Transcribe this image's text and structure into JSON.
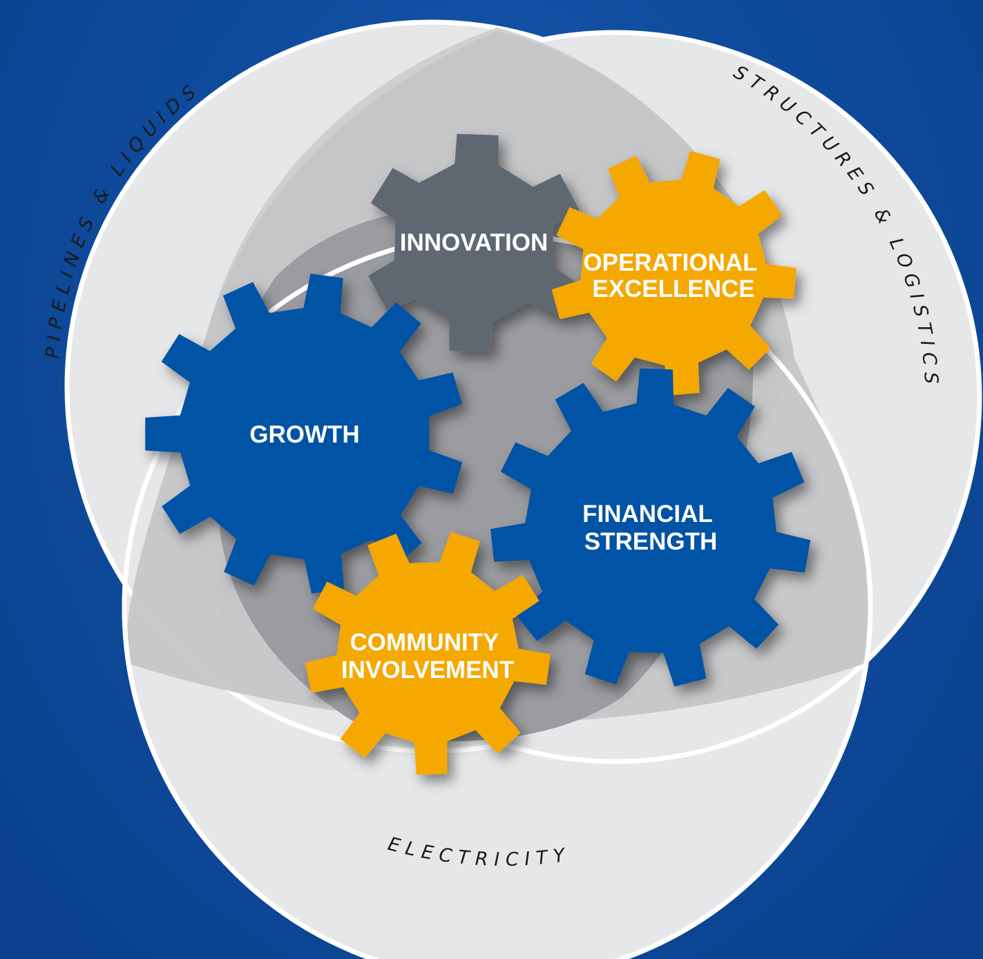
{
  "circles": {
    "pipelines": "PIPELINES & LIQUIDS",
    "structures": "STRUCTURES & LOGISTICS",
    "electricity": "ELECTRICITY"
  },
  "gears": {
    "innovation": "INNOVATION",
    "operational": [
      "OPERATIONAL",
      "EXCELLENCE"
    ],
    "growth": "GROWTH",
    "financial": [
      "FINANCIAL",
      "STRENGTH"
    ],
    "community": [
      "COMMUNITY",
      "INVOLVEMENT"
    ]
  },
  "colors": {
    "background": "#0f4c9e",
    "circle_fill": "#e6e7e9",
    "circle_stroke": "#ffffff",
    "overlap_two": "#c1c2c5",
    "overlap_three": "#999a9e",
    "gear_blue": "#0052a5",
    "gear_gold": "#f4a800",
    "gear_gray": "#5f6870"
  }
}
